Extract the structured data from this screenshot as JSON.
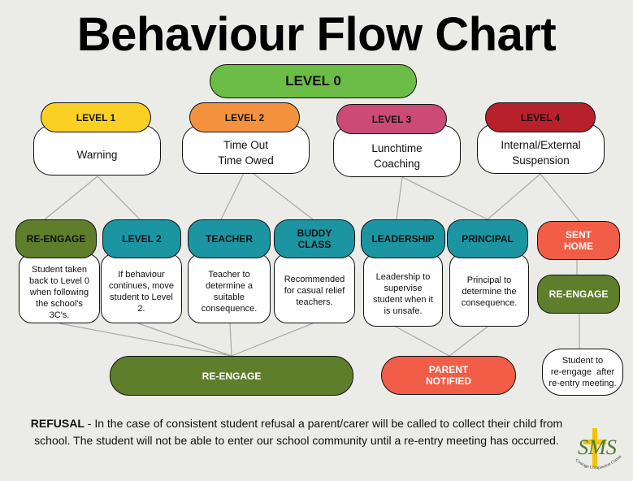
{
  "title": "Behaviour Flow Chart",
  "colors": {
    "background": "#ebebe8",
    "level0": "#6cbd45",
    "level1": "#f9d023",
    "level2": "#f5923e",
    "level3": "#cc4a76",
    "level4": "#b8202c",
    "olive": "#5e7e2b",
    "teal": "#1b95a1",
    "coral": "#f15d47"
  },
  "level0": {
    "label": "LEVEL 0"
  },
  "levels": [
    {
      "label": "LEVEL 1",
      "text1": "Warning",
      "text2": ""
    },
    {
      "label": "LEVEL 2",
      "text1": "Time Out",
      "text2": "Time Owed"
    },
    {
      "label": "LEVEL 3",
      "text1": "Lunchtime",
      "text2": "Coaching"
    },
    {
      "label": "LEVEL 4",
      "text1": "Internal/External",
      "text2": "Suspension"
    }
  ],
  "actions": [
    {
      "label": "RE-ENGAGE",
      "lines": [
        "Student taken",
        "back to Level 0",
        "when following",
        "the school's",
        "3C's."
      ]
    },
    {
      "label": "LEVEL 2",
      "lines": [
        "If behaviour",
        "continues, move",
        "student to Level",
        "2."
      ]
    },
    {
      "label": "TEACHER",
      "lines": [
        "Teacher to",
        "determine a",
        "suitable",
        "consequence."
      ]
    },
    {
      "label_l1": "BUDDY",
      "label_l2": "CLASS",
      "lines": [
        "Recommended",
        "for casual relief",
        "teachers."
      ]
    },
    {
      "label": "LEADERSHIP",
      "lines": [
        "Leadership to",
        "supervise",
        "student when it",
        "is unsafe."
      ]
    },
    {
      "label": "PRINCIPAL",
      "lines": [
        "Principal to",
        "determine the",
        "consequence."
      ]
    }
  ],
  "sent_home": {
    "label_l1": "SENT",
    "label_l2": "HOME"
  },
  "re_engage_right": {
    "label": "RE-ENGAGE"
  },
  "student_reengage": {
    "lines": [
      "Student to",
      "re-engage  after",
      "re-entry meeting."
    ]
  },
  "re_engage_bottom": {
    "label": "RE-ENGAGE"
  },
  "parent_notified": {
    "label_l1": "PARENT",
    "label_l2": "NOTIFIED"
  },
  "refusal": {
    "lead": "REFUSAL",
    "text": " - In the case of consistent student refusal a parent/carer will be called to collect their child from school. The student will not be able to enter our school community until a re-entry meeting has occurred."
  },
  "logo": {
    "letters": "SMS",
    "ring_text": "Courage Compassion Community"
  }
}
